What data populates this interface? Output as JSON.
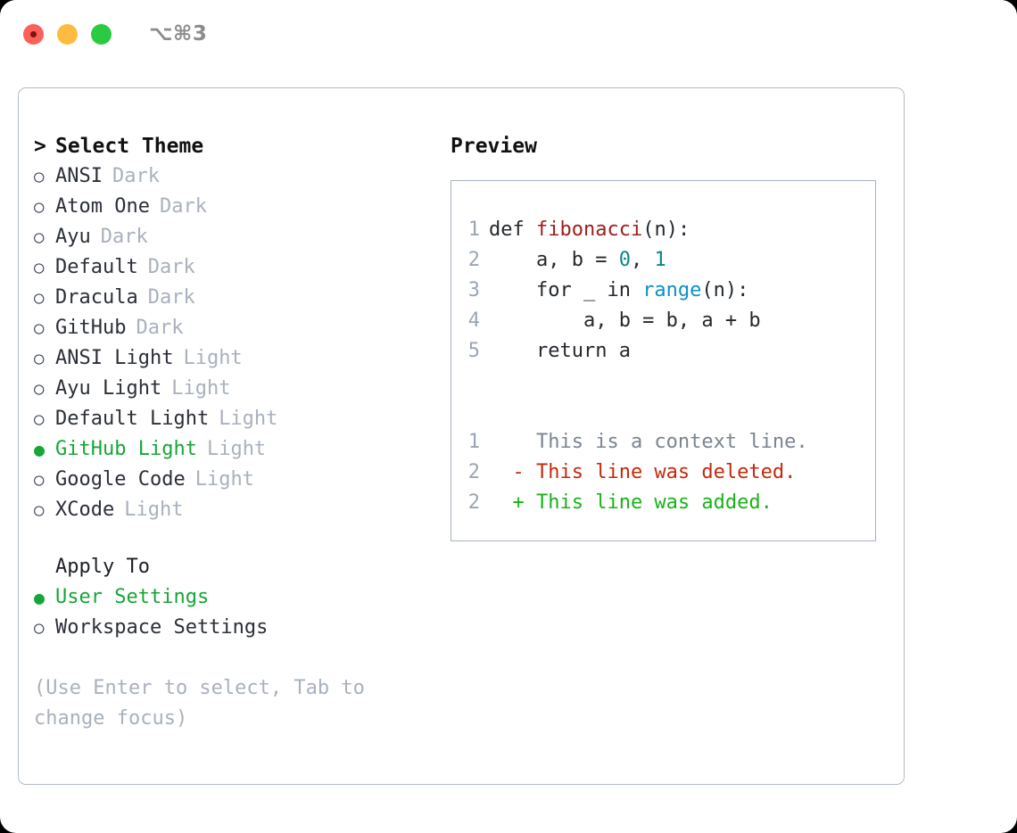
{
  "titlebar": {
    "shortcut": "⌥⌘3",
    "buttons": [
      {
        "name": "close",
        "color": "#fc6058"
      },
      {
        "name": "minimize",
        "color": "#fdbc40"
      },
      {
        "name": "maximize",
        "color": "#2acb42"
      }
    ]
  },
  "theme_picker": {
    "header_caret": ">",
    "header": "Select Theme",
    "marker_on": "●",
    "marker_off": "○",
    "options": [
      {
        "label": "ANSI",
        "badge": "Dark",
        "selected": false
      },
      {
        "label": "Atom One",
        "badge": "Dark",
        "selected": false
      },
      {
        "label": "Ayu",
        "badge": "Dark",
        "selected": false
      },
      {
        "label": "Default",
        "badge": "Dark",
        "selected": false
      },
      {
        "label": "Dracula",
        "badge": "Dark",
        "selected": false
      },
      {
        "label": "GitHub",
        "badge": "Dark",
        "selected": false
      },
      {
        "label": "ANSI Light",
        "badge": "Light",
        "selected": false
      },
      {
        "label": "Ayu Light",
        "badge": "Light",
        "selected": false
      },
      {
        "label": "Default Light",
        "badge": "Light",
        "selected": false
      },
      {
        "label": "GitHub Light",
        "badge": "Light",
        "selected": true
      },
      {
        "label": "Google Code",
        "badge": "Light",
        "selected": false
      },
      {
        "label": "XCode",
        "badge": "Light",
        "selected": false
      }
    ]
  },
  "apply_to": {
    "header": "Apply To",
    "options": [
      {
        "label": "User Settings",
        "selected": true
      },
      {
        "label": "Workspace Settings",
        "selected": false
      }
    ]
  },
  "hint": "(Use Enter to select, Tab to change focus)",
  "preview": {
    "title": "Preview",
    "code_lines": [
      {
        "number": "1",
        "tokens": [
          {
            "text": "def ",
            "cls": "tok-plain"
          },
          {
            "text": "fibonacci",
            "cls": "tok-fn"
          },
          {
            "text": "(n):",
            "cls": "tok-plain"
          }
        ]
      },
      {
        "number": "2",
        "tokens": [
          {
            "text": "    a, b = ",
            "cls": "tok-plain"
          },
          {
            "text": "0",
            "cls": "tok-num"
          },
          {
            "text": ", ",
            "cls": "tok-plain"
          },
          {
            "text": "1",
            "cls": "tok-num"
          }
        ]
      },
      {
        "number": "3",
        "tokens": [
          {
            "text": "    for _ in ",
            "cls": "tok-plain"
          },
          {
            "text": "range",
            "cls": "tok-call"
          },
          {
            "text": "(n):",
            "cls": "tok-plain"
          }
        ]
      },
      {
        "number": "4",
        "tokens": [
          {
            "text": "        a, b = b, a + b",
            "cls": "tok-plain"
          }
        ]
      },
      {
        "number": "5",
        "tokens": [
          {
            "text": "    return a",
            "cls": "tok-plain"
          }
        ]
      }
    ],
    "diff_lines": [
      {
        "number": "1",
        "marker": "  ",
        "text": "This is a context line.",
        "cls": "diff-ctx"
      },
      {
        "number": "2",
        "marker": "- ",
        "text": "This line was deleted.",
        "cls": "diff-del"
      },
      {
        "number": "2",
        "marker": "+ ",
        "text": "This line was added.",
        "cls": "diff-add"
      }
    ]
  },
  "colors": {
    "accent_green": "#16a637",
    "muted": "#a9b1bd",
    "panel_border": "#b3bcc9",
    "preview_border": "#a7b2c2",
    "diff_added": "#18b318",
    "diff_deleted": "#c52a0c",
    "diff_context": "#7b8590",
    "syntax_function": "#9d1d1d",
    "syntax_number": "#0d8585",
    "syntax_call": "#0b92c6",
    "line_number": "#9aa5b4"
  }
}
